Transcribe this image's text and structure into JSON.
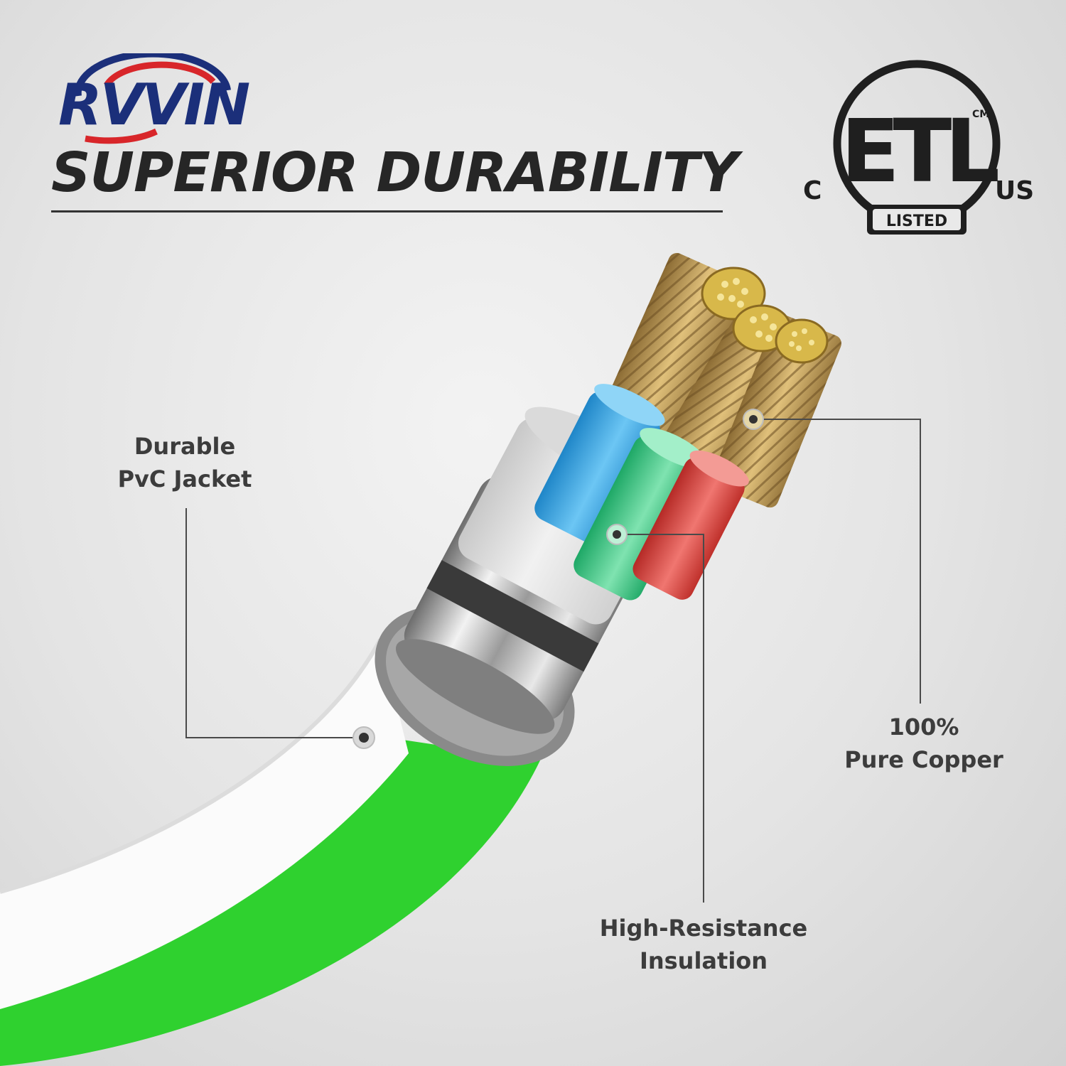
{
  "brand": {
    "name": "RVVIN",
    "colors": {
      "navy": "#1b2f7a",
      "red": "#d8262a"
    }
  },
  "headline": {
    "text": "SUPERIOR DURABILITY"
  },
  "certification": {
    "mark_letters": "ETL",
    "superscript": "CM",
    "left_letter": "C",
    "right_letters": "US",
    "bottom_text": "LISTED"
  },
  "callouts": {
    "jacket": {
      "line1": "Durable",
      "line2": "PvC Jacket"
    },
    "copper": {
      "line1": "100%",
      "line2": "Pure Copper"
    },
    "insulation": {
      "line1": "High-Resistance",
      "line2": "Insulation"
    }
  },
  "cable": {
    "jacket_outer_color": "#2fd12f",
    "jacket_inner_color": "#ffffff",
    "conductor_colors": [
      "#3ea8e6",
      "#3fcf86",
      "#d8453f"
    ],
    "copper_color": "#c9a24f"
  }
}
